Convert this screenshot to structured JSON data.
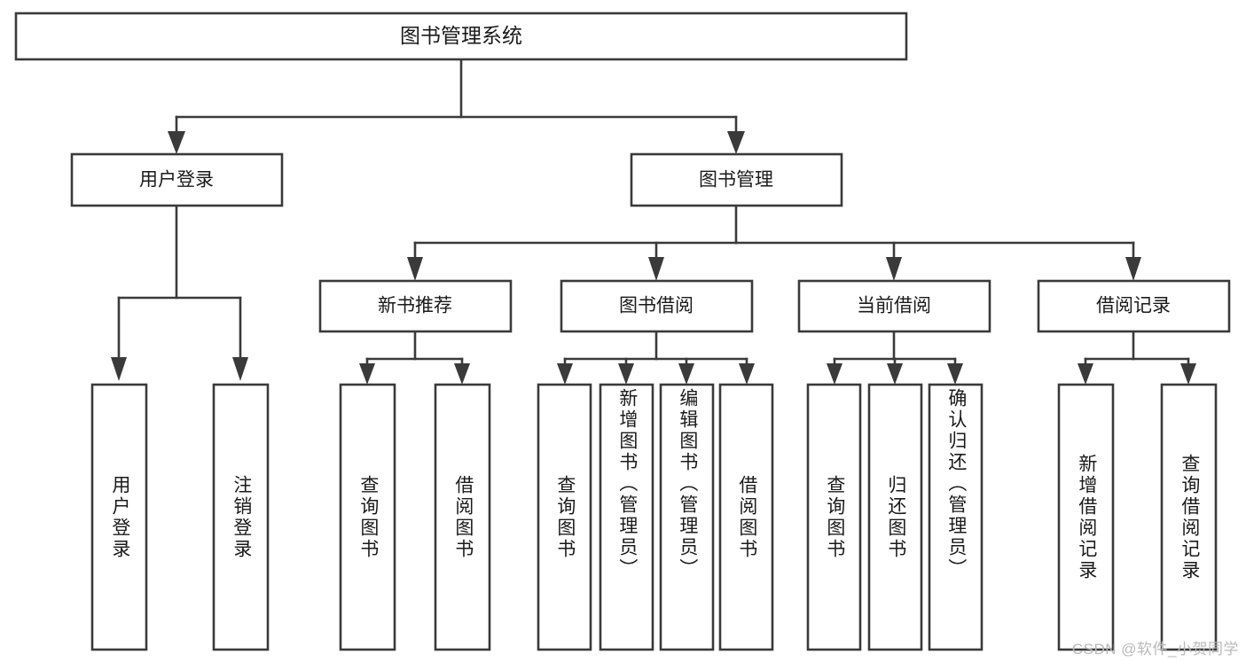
{
  "diagram": {
    "type": "tree",
    "title": "图书管理系统",
    "watermark": "CSDN @软件_小贺同学",
    "colors": {
      "box_stroke": "#3a3a3a",
      "box_fill": "#ffffff",
      "text": "#1a1a1a",
      "background": "#ffffff",
      "watermark": "#b9b9b9"
    },
    "root": {
      "label": "图书管理系统"
    },
    "level2": [
      {
        "label": "用户登录"
      },
      {
        "label": "图书管理"
      }
    ],
    "level3": [
      {
        "label": "新书推荐"
      },
      {
        "label": "图书借阅"
      },
      {
        "label": "当前借阅"
      },
      {
        "label": "借阅记录"
      }
    ],
    "leaves": {
      "user_login": [
        {
          "label": "用户登录"
        },
        {
          "label": "注销登录"
        }
      ],
      "new_book_recommend": [
        {
          "label": "查询图书"
        },
        {
          "label": "借阅图书"
        }
      ],
      "book_borrow": [
        {
          "label": "查询图书"
        },
        {
          "label": "新增图书（管理员）"
        },
        {
          "label": "编辑图书（管理员）"
        },
        {
          "label": "借阅图书"
        }
      ],
      "current_borrow": [
        {
          "label": "查询图书"
        },
        {
          "label": "归还图书"
        },
        {
          "label": "确认归还（管理员）"
        }
      ],
      "borrow_record": [
        {
          "label": "新增借阅记录"
        },
        {
          "label": "查询借阅记录"
        }
      ]
    }
  }
}
